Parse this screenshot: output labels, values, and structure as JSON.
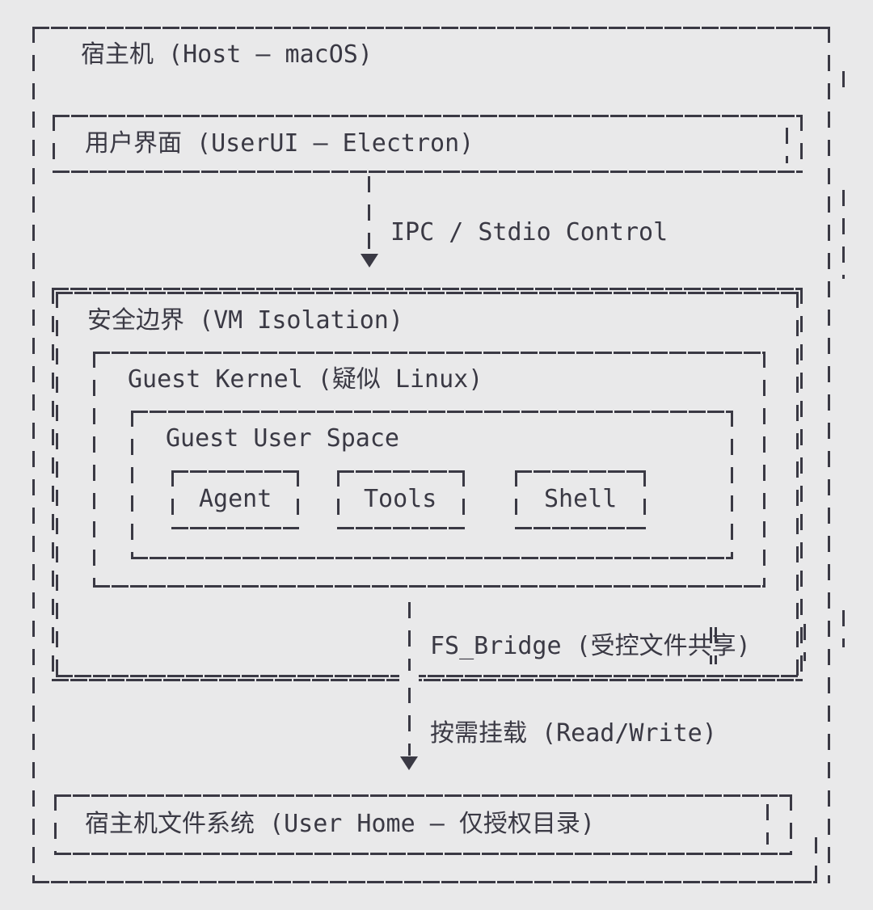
{
  "palette": {
    "ink": "#3a3944",
    "background": "#e9e9ea"
  },
  "diagram": {
    "host": {
      "label": "宿主机 (Host — macOS)"
    },
    "user_ui": {
      "label": "用户界面 (UserUI — Electron)"
    },
    "ipc_arrow": {
      "label": "IPC / Stdio Control"
    },
    "vm_boundary": {
      "label": "安全边界 (VM Isolation)"
    },
    "guest_kernel": {
      "label": "Guest Kernel (疑似 Linux)"
    },
    "guest_user_space": {
      "label": "Guest User Space"
    },
    "processes": [
      "Agent",
      "Tools",
      "Shell"
    ],
    "fs_arrow": {
      "bridge_label": "FS_Bridge (受控文件共享)",
      "mount_label": "按需挂载 (Read/Write)"
    },
    "host_filesystem": {
      "label": "宿主机文件系统 (User Home — 仅授权目录)"
    }
  }
}
